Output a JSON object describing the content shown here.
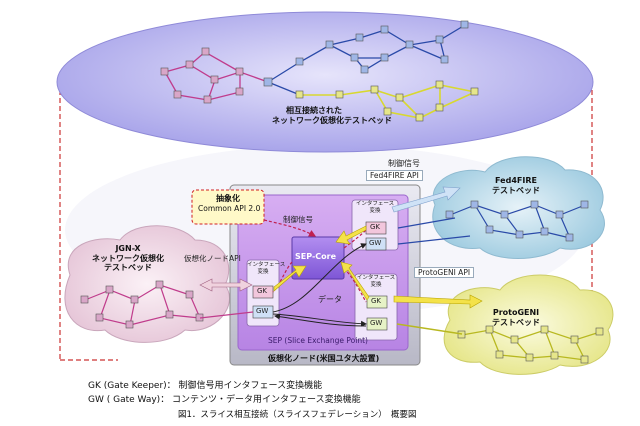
{
  "top_cloud_label_line1": "相互接続された",
  "top_cloud_label_line2": "ネットワーク仮想化テストベッド",
  "control_signal_top": "制御信号",
  "fed4fire_api": "Fed4FIRE API",
  "fed4fire_line1": "Fed4FIRE",
  "fed4fire_line2": "テストベッド",
  "abstraction_line1": "抽象化",
  "abstraction_line2": "Common API 2.0",
  "control_signal_mid": "制御信号",
  "interface_conv": "インタフェース\n変換",
  "gk": "GK",
  "gw": "GW",
  "sep_core": "SEP-Core",
  "virtual_node_api": "仮想化ノードAPI",
  "jgnx_line1": "JGN-X",
  "jgnx_line2": "ネットワーク仮想化",
  "jgnx_line3": "テストベッド",
  "protogeni_api": "ProtoGENI API",
  "data_label": "データ",
  "protogeni_line1": "ProtoGENI",
  "protogeni_line2": "テストベッド",
  "sep_full": "SEP (Slice Exchange Point)",
  "virtual_node_us": "仮想化ノード(米国ユタ大設置)",
  "legend_gk": "GK (Gate Keeper)： 制御信号用インタフェース変換機能",
  "legend_gw": "GW ( Gate Way)： コンテンツ・データ用インタフェース変換機能",
  "caption": "図1．スライス相互接続（スライスフェデレーション）　概要図",
  "colors": {
    "top_ellipse": "#b6b3ee",
    "sep_box": "#cc99ee",
    "jgnx_cloud": "#efd9e6",
    "fed4fire_cloud": "#b3d7e6",
    "protogeni_cloud": "#efef9e",
    "dashed_red": "#cc3333"
  }
}
